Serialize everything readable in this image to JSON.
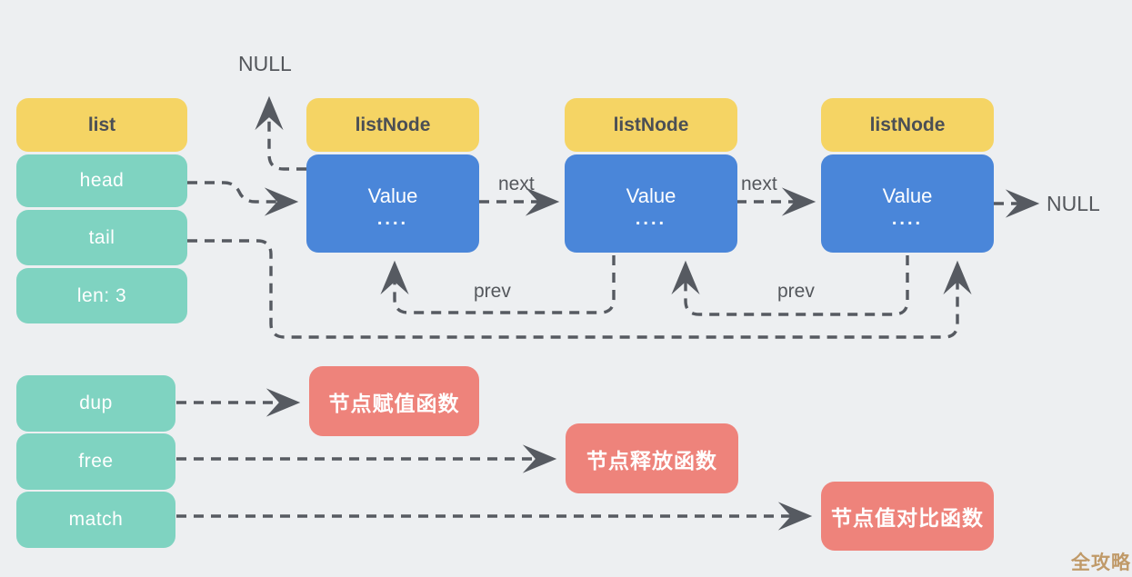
{
  "list_struct": {
    "header": "list",
    "fields": [
      "head",
      "tail",
      "len: 3"
    ]
  },
  "nodes": [
    {
      "header": "listNode",
      "value": "Value",
      "dots": "...."
    },
    {
      "header": "listNode",
      "value": "Value",
      "dots": "...."
    },
    {
      "header": "listNode",
      "value": "Value",
      "dots": "...."
    }
  ],
  "pointer_labels": {
    "null_top": "NULL",
    "null_right": "NULL",
    "next_1": "next",
    "next_2": "next",
    "prev_1": "prev",
    "prev_2": "prev"
  },
  "function_struct": {
    "fields": [
      "dup",
      "free",
      "match"
    ]
  },
  "function_boxes": [
    "节点赋值函数",
    "节点释放函数",
    "节点值对比函数"
  ],
  "watermark": "全攻略",
  "colors": {
    "background": "#edeff1",
    "header_yellow": "#f5d464",
    "field_teal": "#7fd3c1",
    "node_blue": "#4a86d9",
    "func_red": "#ee837b",
    "connector_gray": "#565a61",
    "label_gray": "#54575c",
    "dark_text": "#4b4f55",
    "watermark_gold": "#c09a69"
  }
}
